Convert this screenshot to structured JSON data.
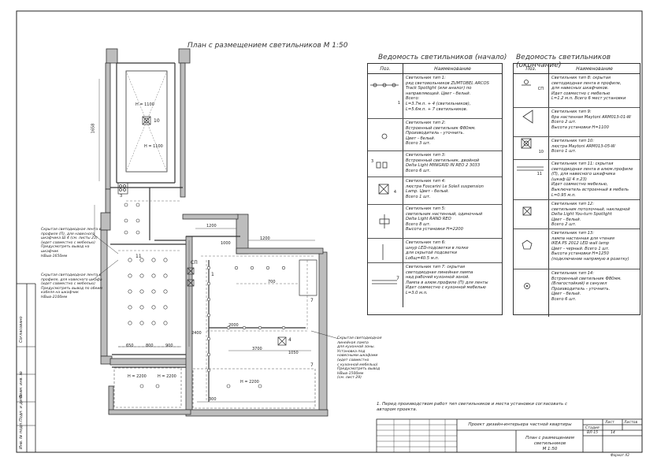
{
  "plan": {
    "title": "План с размещением светильников М 1:50",
    "dims": {
      "d1100": "H = 1100",
      "d1100b": "H = 1100",
      "d2200a": "H = 2200",
      "d2200b": "H = 2200",
      "d2200c": "H = 2200",
      "d1200": "1200",
      "d2000": "2000",
      "d3700": "3700",
      "d2400": "2400",
      "d650": "650",
      "d800": "800",
      "d900": "900",
      "d700": "700",
      "d300": "300",
      "d1000": "1000",
      "d1050": "1050",
      "d1200b": "1200",
      "d1658": "1658"
    },
    "labels": {
      "n10": "10",
      "n11": "11",
      "n7a": "7",
      "n7b": "7",
      "n4": "4",
      "n1": "1",
      "n3": "3",
      "sp": "СП"
    },
    "callouts": {
      "left_top": "Скрытая светодиодная лента в\nпрофиле (П), для навесного\nшкафчика Ш 4 (см. листы 23)\n(идет совместно с мебелью)\nПредусмотреть вывод на шкафчик\nНВыв-1650мм",
      "left_mid": "Скрытая светодиодная лента в\nпрофиле, для навесного шкафа\n(идет совместно с мебелью)\nПредусмотреть вывод по обеим\nкабеля на шкафчик\nНВыв-2100мм",
      "right": "Скрытая светодиодная\nлинейная лампа\nдля кухонной зоны.\nУстановка под\nнавесными шкафами\n(идет совместно\nс кухонной мебелью)\nПредусмотреть вывод\nНВыв-1500мм\n(см. лист 29)"
    }
  },
  "table_left": {
    "title": "Ведомость светильников (начало)",
    "col_pos": "Поз.",
    "col_name": "Наименование",
    "rows": [
      {
        "num": "1",
        "text": "Светильник тип 1:\nряд световольников ZUMTOBEL ARCOS\nTrack Spotlight (или аналог) по\nнаправляющей. Цвет - белый.\nВсего:\nL=3.7м.п. + 4 (светильников),\nL=5.6м.п. + 7 светильников."
      },
      {
        "num": "",
        "text": "Светильник тип 2:\nВстроенный светильник Ф80мм.\nПроизводитель - уточнить.\nЦвет - белый.\nВсего 3 шт."
      },
      {
        "num": "3",
        "text": "Светильник тип 3:\nВстроенный светильник, двойной\nDelta Light MINIGRID IN REO 2 3033\nВсего 6 шт."
      },
      {
        "num": "4",
        "text": "Светильник тип 4:\nлюстра Foscarini Le Soleil suspension\nLamp. Цвет - белый.\nВсего 1 шт."
      },
      {
        "num": "",
        "text": "Светильник тип 5:\nсветильник настенный, одиночный\nDelta Light RAND REO\nВсего 8 шт.\nВысота установки H=2200"
      },
      {
        "num": "",
        "text": "Светильник тип 6:\nшнур LED-подсветки в полке\nдля скрытой подсветки\nLобщ=40.5 м.п."
      },
      {
        "num": "7",
        "text": "Светильник тип 7: скрытая\nсветодиодная линейная лампа\nнад рабочей кухонной зоной.\nЛампа в алюм.профиле (П) для ленты\nИдет совместно с кухонной мебелью\nL=3.0 м.п."
      }
    ]
  },
  "table_right": {
    "title": "Ведомость светильников (окончание)",
    "col_pos": "Поз.",
    "col_name": "Наименование",
    "rows": [
      {
        "num": "СП",
        "text": "Светильник тип 8: скрытая\nсветодиодная лента в профиле,\nдля навесных шкафчиков.\nИдет совместно с мебелью\nL=1.2 м.п. Всего 6 мест установки"
      },
      {
        "num": "",
        "text": "Светильник тип 9:\nбра настенная Maytoni ARM013-01-W\nВсего 2 шт.\nВысота установки H=1100"
      },
      {
        "num": "10",
        "text": "Светильник тип 10:\nлюстра Maytoni ARM013-05-W\nВсего 1 шт."
      },
      {
        "num": "11",
        "text": "Светильник тип 11: скрытая\nсветодиодная лента в алюм.профиле\n(П), для навесного шкафчика\n(шкаф Ш 4 л.23)\nИдет совместно мебелью,\nВыключатель встроенный в мебель\nL=0.95 м.п."
      },
      {
        "num": "",
        "text": "Светильник тип 12:\nсветильник потолочный, накладной\nDelta Light You-turn Spotlight\nЦвет - белый.\nВсего 2 шт."
      },
      {
        "num": "",
        "text": "Светильник тип 13:\nлампа настенная для чтения\nIKEA PS 2012 LED wall lamp\nЦвет - черный. Всего 1 шт.\nВысота установки H=1250\n(подключение напрямую в розетку)"
      },
      {
        "num": "",
        "text": "Светильник тип 14:\nВстроенный светильник Ф80мм.\n(Влагостойкий) в санузел\nПроизводитель - уточнить.\nЦвет - белый.\nВсего 6 шт."
      }
    ]
  },
  "note": "1. Перед производством работ тип светильников и места установки согласовать с\n     автором проекта.",
  "titleblock": {
    "project": "Проект дизайн-интерьера частной квартиры",
    "sheet_name": "План с размещением светильников\nМ 1:50",
    "stage_h": "Стадия",
    "sheet_h": "Лист",
    "sheets_h": "Листов",
    "sheet_no": "14",
    "format": "Формат А3",
    "code": "ВЛ-15"
  },
  "side_stamp": {
    "agreed": "Согласовано",
    "inv": "Инв. № подл.",
    "sign": "Подп. и дата",
    "vzam": "Взам. инв. №"
  }
}
